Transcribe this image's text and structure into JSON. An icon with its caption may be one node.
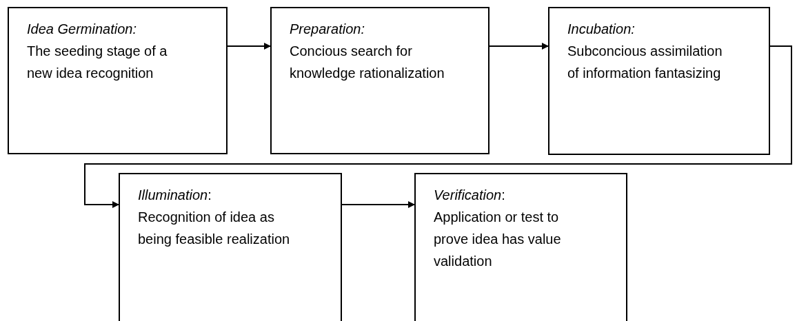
{
  "diagram": {
    "nodes": [
      {
        "text": [
          "*Idea Germination:*",
          "The seeding stage of a new idea recognition"
        ]
      },
      {
        "text": [
          "*Preparation:*",
          "Concious search for knowledge rationalization"
        ]
      },
      {
        "text": [
          "*Incubation:*",
          "Subconcious assimilation of information fantasizing"
        ]
      },
      {
        "text": [
          "*Illumination*:",
          "Recognition of idea as being feasible realization"
        ]
      },
      {
        "text": [
          "*Verification*:",
          "Application or test to prove idea has value validation"
        ]
      }
    ],
    "edges": [
      {
        "from": 0,
        "to": 1,
        "arrow": "to"
      },
      {
        "from": 1,
        "to": 2,
        "arrow": "to"
      },
      {
        "from": 2,
        "to": 3,
        "arrow": "to"
      },
      {
        "from": 3,
        "to": 4,
        "arrow": "to"
      }
    ]
  }
}
